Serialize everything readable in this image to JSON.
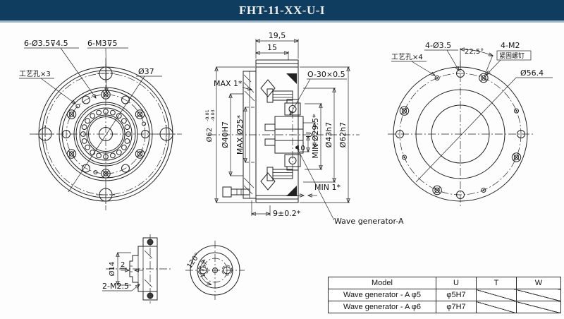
{
  "title": "FHT-11-XX-U-I",
  "colors": {
    "titlebar": "#0e3d60",
    "titlebar_underline": "#9db5c6",
    "line": "#222222",
    "background": "#fdfdfd"
  },
  "front_view": {
    "label_counterbores": "6-Ø3.5⊽4.5",
    "label_taps": "6-M3⊽5",
    "label_dia": "Ø37",
    "label_process": "工艺孔×3"
  },
  "section_view": {
    "dim_width_outer": "19,5",
    "dim_width_inner": "15",
    "label_max1": "MAX 1*",
    "label_oring": "O-30×0.5",
    "dim_d62": "Ø62",
    "dim_d62_tol_upper": "-0.01",
    "dim_d62_tol_lower": "-0.03",
    "dim_d40": "Ø40H7",
    "dim_max25": "MAX Ø25*",
    "dim_u": "U",
    "dim_10": "10",
    "dim_min295": "MIN Ø29.5*",
    "dim_d43": "Ø43h7",
    "dim_d62h7": "Ø62h7",
    "label_min1": "MIN 1*",
    "dim_9": "9±0.2*",
    "callout_wave_generator": "Wave generator-A"
  },
  "rear_view": {
    "label_process": "工艺孔×4",
    "label_holes": "4-Ø3.5",
    "dim_angle": "22,5°",
    "label_screws": "4-M2",
    "label_screws_cn": "紧固螺钉",
    "dim_bcd": "Ø56.4"
  },
  "detail_view": {
    "dim_d14": "Ø14",
    "dim_2": "2",
    "label_tap": "2-M2.5",
    "dim_angle": "120°"
  },
  "table": {
    "headers": [
      "Model",
      "U",
      "T",
      "W"
    ],
    "rows": [
      {
        "model": "Wave generator - A φ5",
        "u": "φ5H7"
      },
      {
        "model": "Wave generator - A φ6",
        "u": "φ7H7"
      }
    ]
  }
}
